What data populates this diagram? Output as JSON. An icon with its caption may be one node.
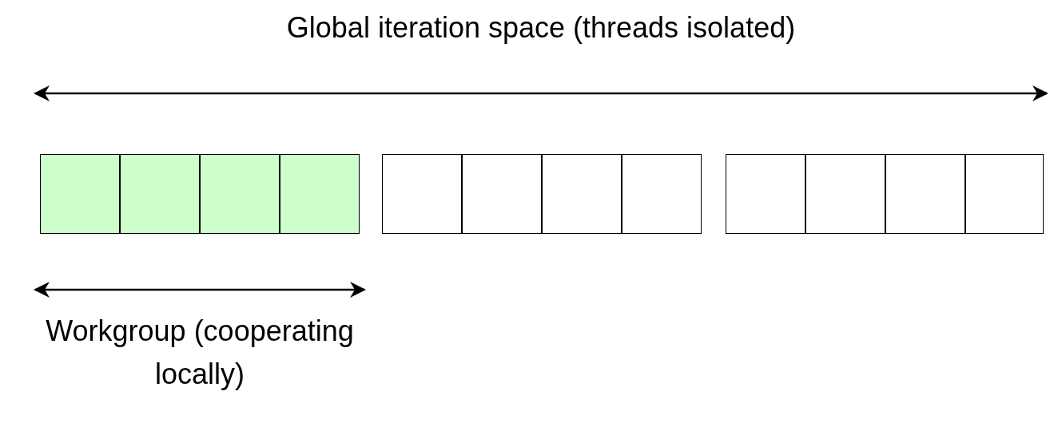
{
  "diagram": {
    "title": "Global iteration space (threads isolated)",
    "nodes": [
      {
        "text": [],
        "shape": "box"
      },
      {
        "text": [],
        "shape": "box",
        "in": 0
      },
      {
        "text": [],
        "shape": "box",
        "in": 0
      },
      {
        "text": [],
        "shape": "box",
        "in": 0
      },
      {
        "text": [],
        "shape": "box",
        "in": 0
      },
      {
        "text": [],
        "shape": "box"
      },
      {
        "text": [],
        "shape": "box",
        "in": 5
      },
      {
        "text": [],
        "shape": "box",
        "in": 5
      },
      {
        "text": [],
        "shape": "box",
        "in": 5
      },
      {
        "text": [],
        "shape": "box",
        "in": 5
      },
      {
        "text": [],
        "shape": "box"
      },
      {
        "text": [],
        "shape": "box",
        "in": 10
      },
      {
        "text": [],
        "shape": "box",
        "in": 10
      },
      {
        "text": [],
        "shape": "box",
        "in": 10
      },
      {
        "text": [],
        "shape": "box",
        "in": 10
      }
    ],
    "labels": [
      "Workgroup (cooperating locally)"
    ]
  }
}
